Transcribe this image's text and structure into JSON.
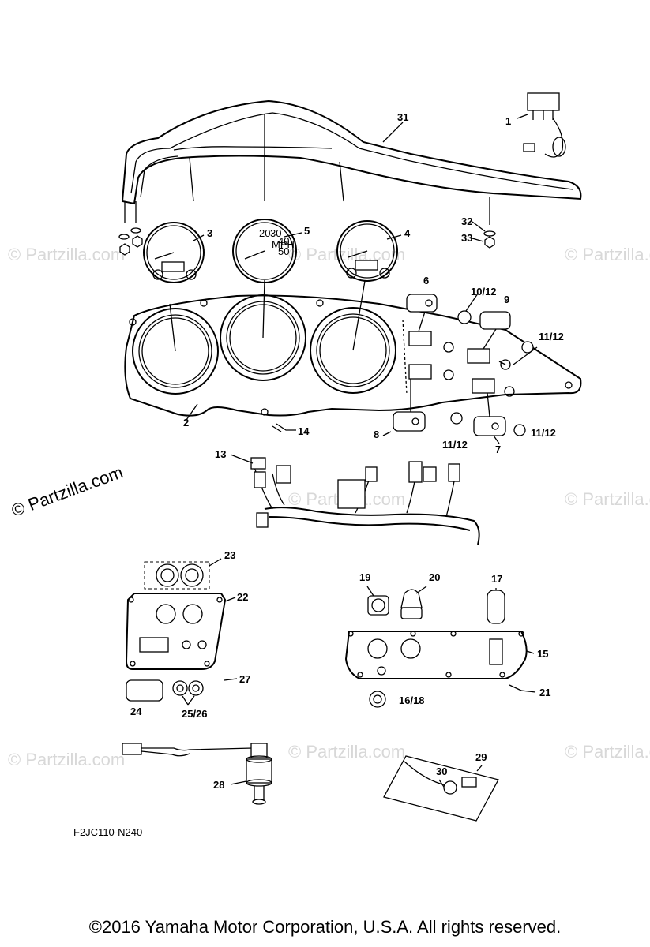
{
  "watermark": "© Partzilla.com",
  "diagram_code": "F2JC110-N240",
  "copyright": "©2016  Yamaha Motor Corporation, U.S.A. All rights reserved.",
  "callouts": {
    "c1": "1",
    "c2": "2",
    "c3": "3",
    "c4": "4",
    "c5": "5",
    "c6": "6",
    "c7": "7",
    "c8": "8",
    "c9": "9",
    "c10_12": "10/12",
    "c11_12a": "11/12",
    "c11_12b": "11/12",
    "c11_12c": "11/12",
    "c13": "13",
    "c14": "14",
    "c15": "15",
    "c16_18": "16/18",
    "c17": "17",
    "c19": "19",
    "c20": "20",
    "c21": "21",
    "c22": "22",
    "c23": "23",
    "c24": "24",
    "c25_26": "25/26",
    "c27": "27",
    "c28": "28",
    "c29": "29",
    "c30": "30",
    "c31": "31",
    "c32": "32",
    "c33": "33"
  },
  "gauges": {
    "speedo_ticks": [
      "20",
      "30",
      "40",
      "50"
    ],
    "speedo_unit": "MPH"
  }
}
